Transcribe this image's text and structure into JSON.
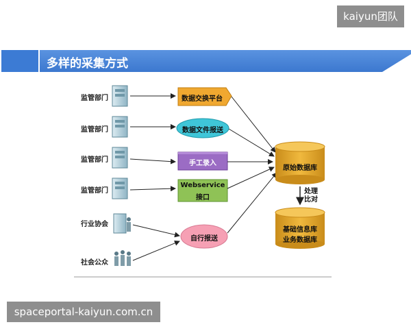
{
  "watermark_top": "kaiyun团队",
  "watermark_bottom": "spaceportal-kaiyun.com.cn",
  "title": "多样的采集方式",
  "sources": [
    {
      "label": "监管部门",
      "icon": "server-icon"
    },
    {
      "label": "监管部门",
      "icon": "server-icon"
    },
    {
      "label": "监管部门",
      "icon": "server-icon"
    },
    {
      "label": "监管部门",
      "icon": "server-icon"
    },
    {
      "label": "行业协会",
      "icon": "building-people-icon"
    },
    {
      "label": "社会公众",
      "icon": "people-icon"
    }
  ],
  "methods": {
    "exchange": "数据交换平台",
    "file_report": "数据文件报送",
    "manual": "手工录入",
    "webservice_1": "Webservice",
    "webservice_2": "接口",
    "self_report": "自行报送"
  },
  "databases": {
    "raw": "原始数据库",
    "base_1": "基础信息库",
    "base_2": "业务数据库"
  },
  "process": {
    "line1": "处理",
    "line2": "比对"
  },
  "colors": {
    "title_bar": "#4a86d8",
    "exchange": "#f0a830",
    "file_report": "#3fc6d8",
    "manual": "#9b6cc4",
    "webservice": "#8fc256",
    "self_report": "#f6a0b4",
    "database": "#e2a52a"
  }
}
